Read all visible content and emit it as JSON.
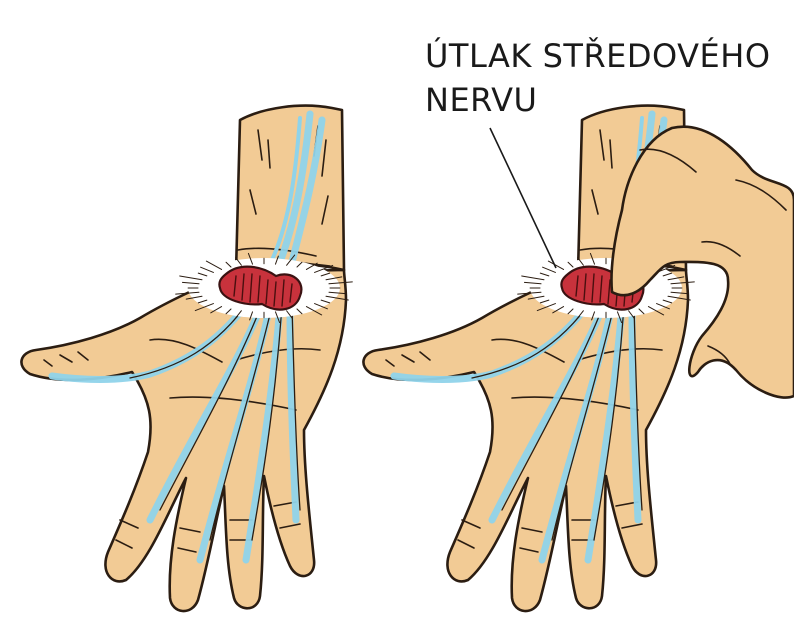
{
  "label": {
    "line1": "ÚTLAK STŘEDOVÉHO",
    "line2": "NERVU"
  },
  "colors": {
    "skin": "#f2cb95",
    "skin_shadow": "#e8b97c",
    "outline": "#2b1d12",
    "nerve": "#8fd3ea",
    "lesion": "#c8323c",
    "halo": "#ffffff"
  },
  "figures": [
    {
      "name": "hand-illustration-left",
      "pressed": false
    },
    {
      "name": "hand-illustration-right",
      "pressed": true
    }
  ]
}
